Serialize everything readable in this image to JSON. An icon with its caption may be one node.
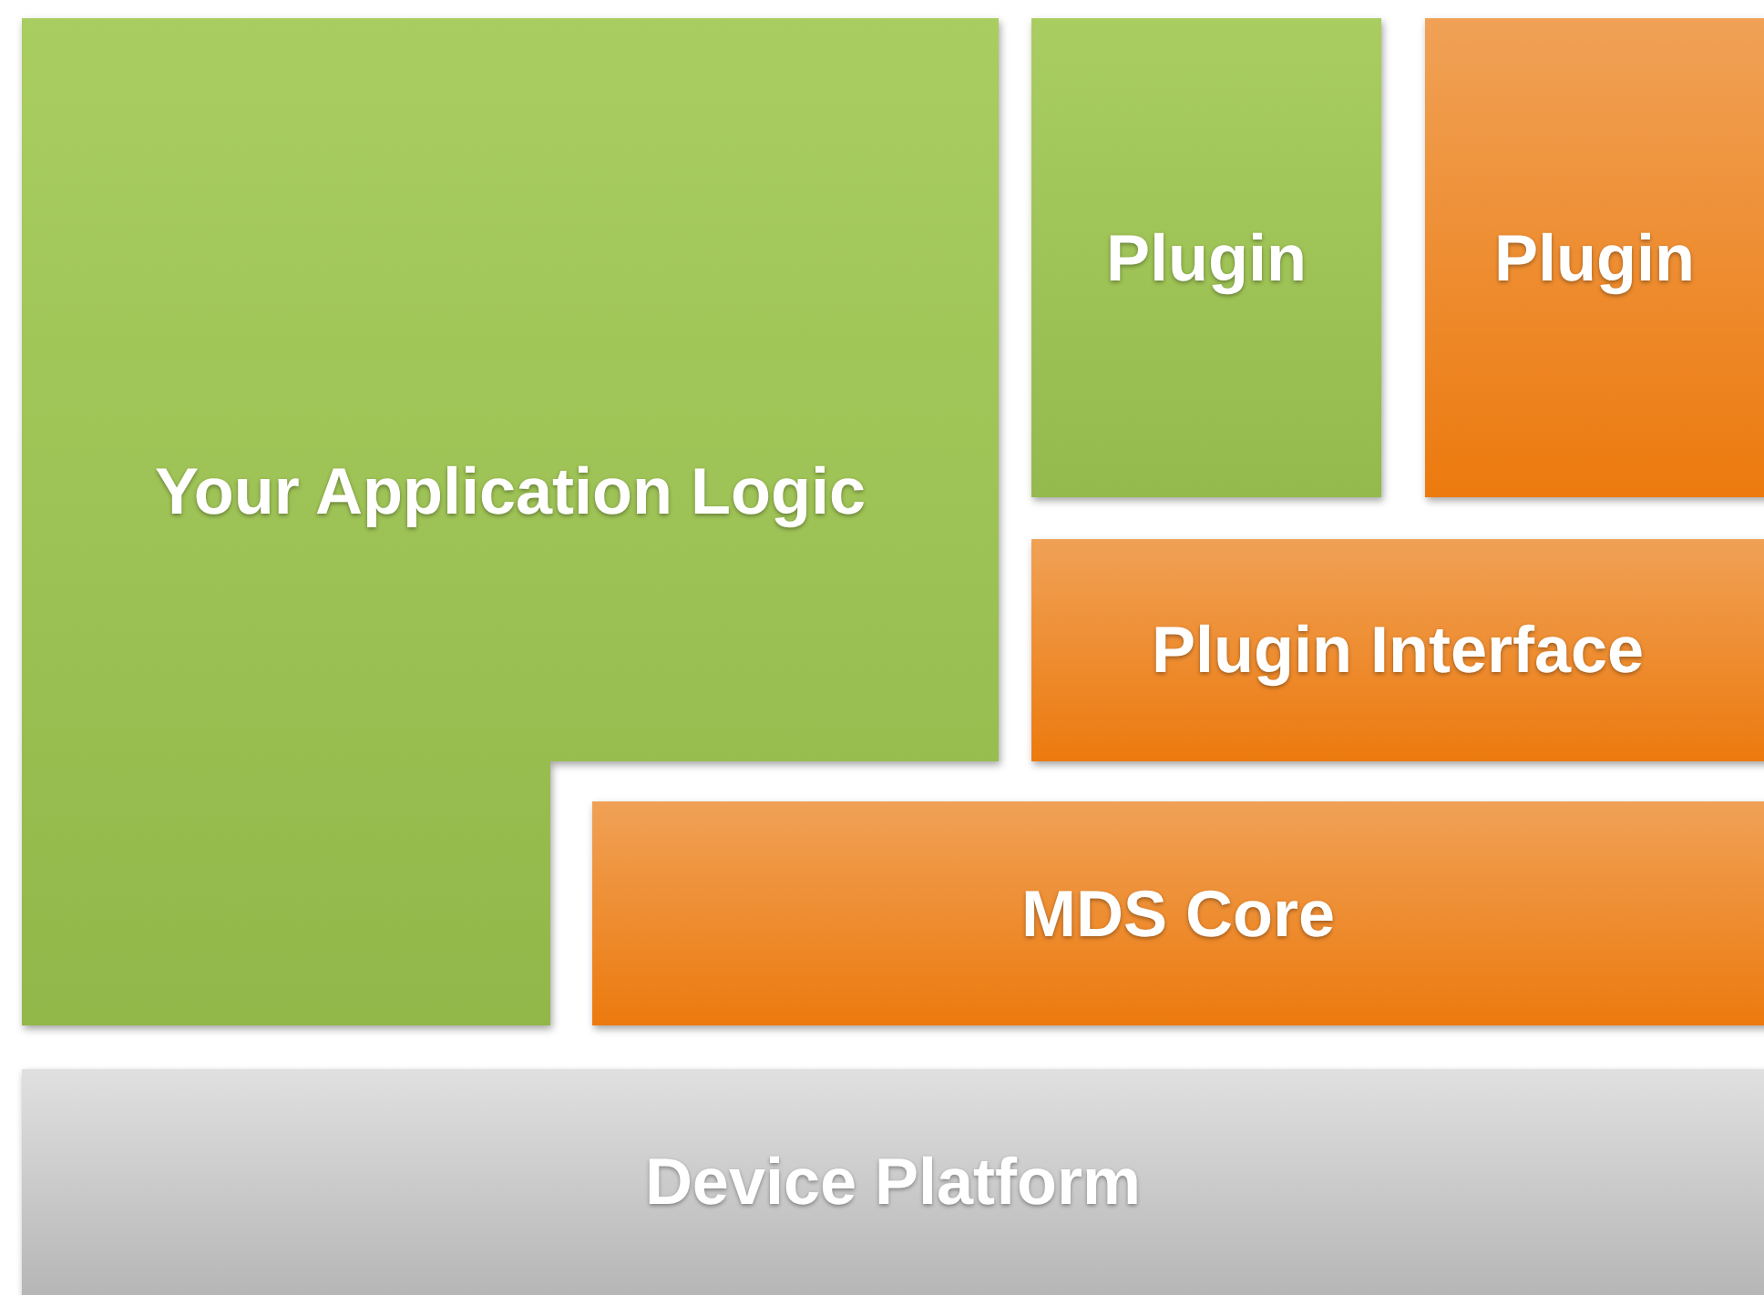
{
  "diagram": {
    "nodes": [
      {
        "text": [
          "Your Application Logic"
        ]
      },
      {
        "text": [
          "Plugin"
        ]
      },
      {
        "text": [
          "Plugin"
        ]
      },
      {
        "text": [
          "Plugin Interface"
        ]
      },
      {
        "text": [
          "MDS Core"
        ]
      },
      {
        "text": [
          "Device Platform"
        ]
      }
    ]
  }
}
